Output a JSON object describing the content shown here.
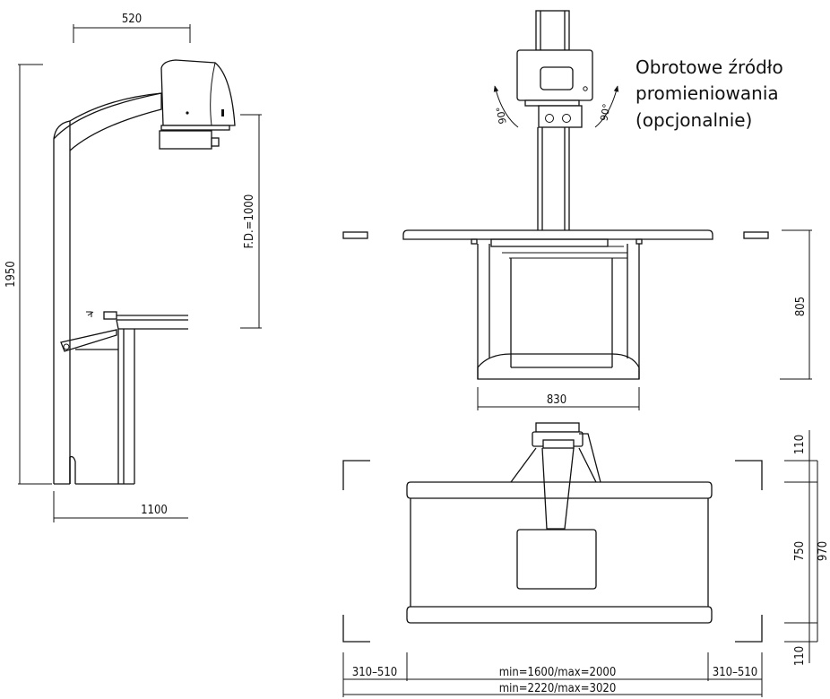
{
  "dimensions": {
    "top_width": "520",
    "total_height": "1950",
    "focal_distance": "F.D.=1000",
    "base_length": "1100",
    "table_height": "805",
    "table_width": "830",
    "rot_left": "90°",
    "rot_right": "90°",
    "top_margin": "110",
    "inner_depth": "750",
    "outer_depth": "970",
    "bottom_margin": "110",
    "left_side": "310–510",
    "right_side": "310–510",
    "inner_range": "min=1600/max=2000",
    "outer_range": "min=2220/max=3020"
  },
  "annotation": {
    "line1": "Obrotowe źródło",
    "line2": "promieniowania",
    "line3": "(opcjonalnie)"
  }
}
